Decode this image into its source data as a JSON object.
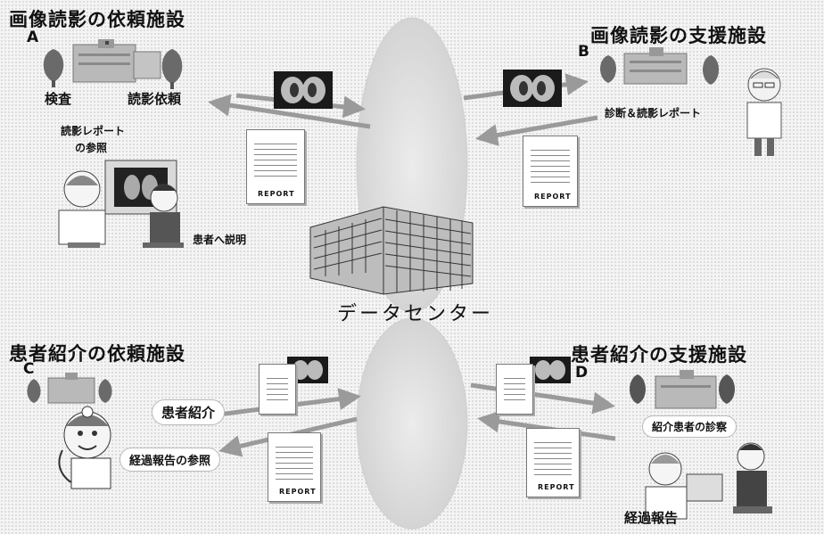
{
  "sections": {
    "a": {
      "title": "画像読影の依頼施設",
      "letter": "A",
      "exam_label": "検査",
      "request_label": "読影依頼",
      "report_ref_line1": "読影レポート",
      "report_ref_line2": "の参照",
      "patient_explain": "患者へ説明"
    },
    "b": {
      "title": "画像読影の支援施設",
      "letter": "B",
      "diagnosis_label": "診断＆読影レポート"
    },
    "c": {
      "title": "患者紹介の依頼施設",
      "letter": "C",
      "referral_label": "患者紹介",
      "progress_ref": "経過報告の参照"
    },
    "d": {
      "title": "患者紹介の支援施設",
      "letter": "D",
      "exam_label": "紹介患者の診察",
      "progress_report": "経過報告"
    }
  },
  "center": {
    "label": "データセンター"
  },
  "slip": {
    "footer": "REPORT"
  },
  "colors": {
    "arrow": "#9a9a9a",
    "ellipse": "#e6e6e6",
    "text": "#111111"
  },
  "icons": [
    "tree-icon",
    "hospital-icon",
    "lungs-xray-icon",
    "report-document-icon",
    "doctor-icon",
    "patient-icon",
    "building-icon",
    "stethoscope-doctor-icon"
  ]
}
